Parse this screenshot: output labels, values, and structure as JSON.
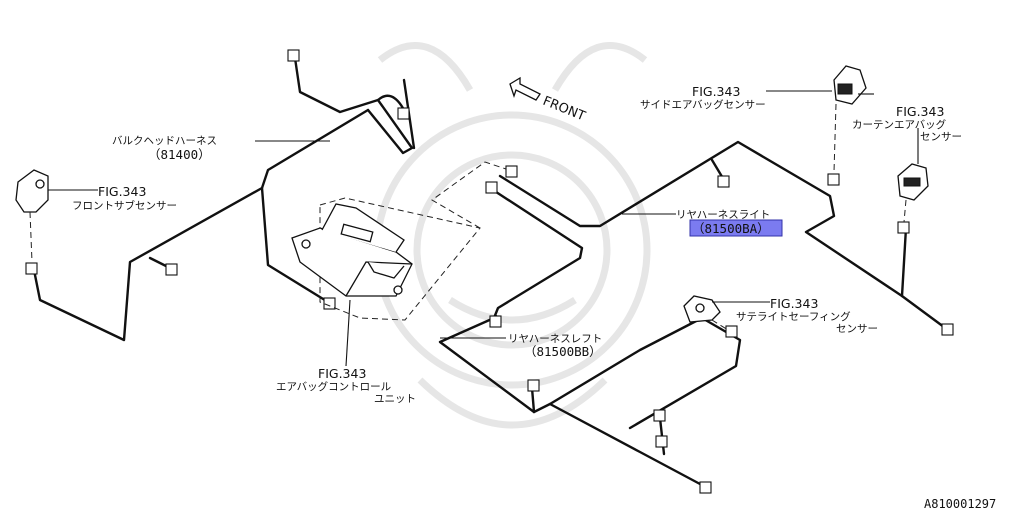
{
  "labels": {
    "bulkhead_title": "バルクヘッドハーネス",
    "bulkhead_code": "（81400）",
    "front_sub_fig": "FIG.343",
    "front_sub_name": "フロントサブセンサー",
    "side_fig": "FIG.343",
    "side_name": "サイドエアバッグセンサー",
    "curtain_fig": "FIG.343",
    "curtain_name_1": "カーテンエアバッグ",
    "curtain_name_2": "センサー",
    "rear_right_title": "リヤハーネスライト",
    "rear_right_code": "（81500BA）",
    "rear_left_title": "リヤハーネスレフト",
    "rear_left_code": "（81500BB）",
    "satellite_fig": "FIG.343",
    "satellite_name_1": "サテライトセーフィング",
    "satellite_name_2": "センサー",
    "airbag_fig": "FIG.343",
    "airbag_name_1": "エアバッグコントロール",
    "airbag_name_2": "ユニット",
    "front_arrow": "FRONT",
    "image_id": "A810001297"
  },
  "colors": {
    "highlight": "#7b7bf0",
    "line": "#111111",
    "watermark": "#e6e6e6"
  },
  "icons": {
    "front_arrow": "front-direction-arrow-icon"
  }
}
